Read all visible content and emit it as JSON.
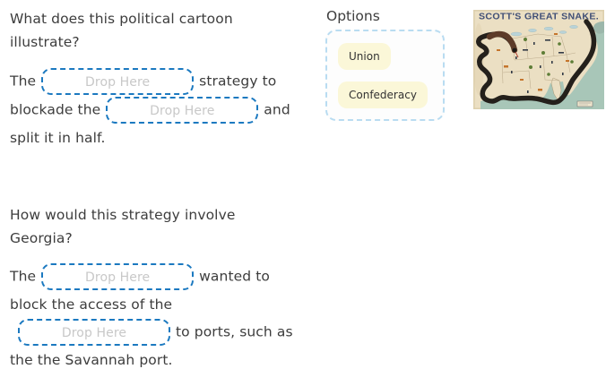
{
  "question1": {
    "prompt_line1": "What does this political cartoon",
    "prompt_line2": "illustrate?",
    "sentence": {
      "seg1": "The",
      "blank1_placeholder": "Drop Here",
      "seg2": "strategy to",
      "seg3": "blockade the",
      "blank2_placeholder": "Drop Here",
      "seg4": "and",
      "seg5": "split it in half."
    }
  },
  "question2": {
    "prompt_line1": "How would this strategy involve",
    "prompt_line2": "Georgia?",
    "sentence": {
      "seg1": "The",
      "blank1_placeholder": "Drop Here",
      "seg2": "wanted to",
      "seg3": "block the access of the",
      "blank2_placeholder": "Drop Here",
      "seg4": "to ports, such as",
      "seg5": "the the Savannah port."
    }
  },
  "options": {
    "title": "Options",
    "items": [
      {
        "label": "Union"
      },
      {
        "label": "Confederacy"
      }
    ]
  },
  "cartoon": {
    "title": "SCOTT'S GREAT SNAKE."
  },
  "colors": {
    "body_text": "#3d3d3d",
    "drop_border_blue": "#1b79c0",
    "drop_placeholder_gray": "#c8c8c8",
    "options_border_blue": "#b9dcf1",
    "chip_yellow": "#fbf7d8",
    "map_paper": "#ebdfc3",
    "map_sea": "#a8c6b8",
    "map_title_navy": "#404f76"
  }
}
